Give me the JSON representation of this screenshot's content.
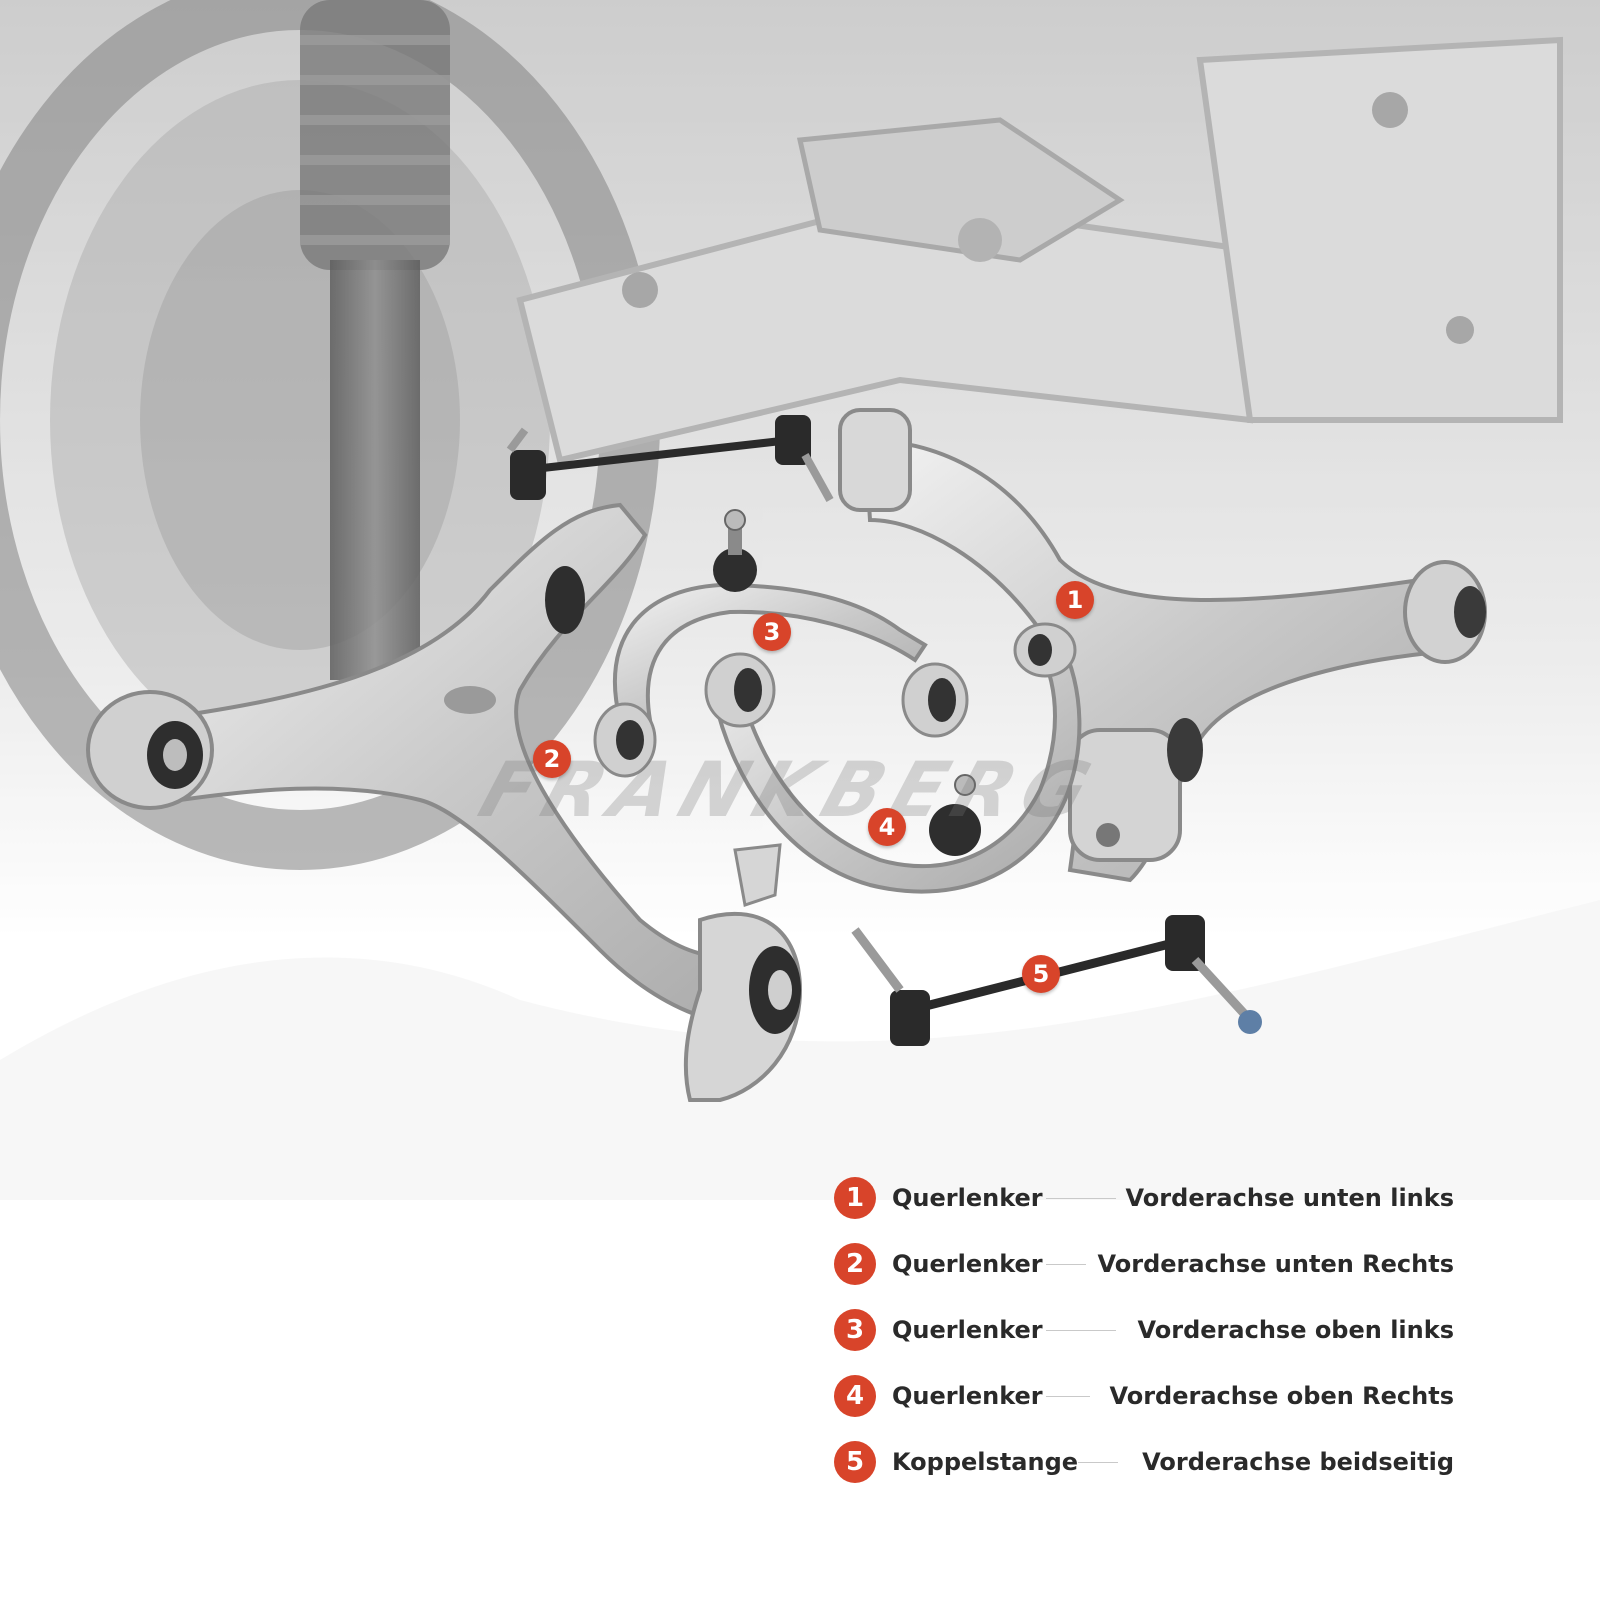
{
  "watermark": "FRANKBERG",
  "markers": [
    "1",
    "2",
    "3",
    "4",
    "5"
  ],
  "legend": [
    {
      "num": "1",
      "part": "Querlenker",
      "position": "Vorderachse unten links"
    },
    {
      "num": "2",
      "part": "Querlenker",
      "position": "Vorderachse unten Rechts"
    },
    {
      "num": "3",
      "part": "Querlenker",
      "position": "Vorderachse oben links"
    },
    {
      "num": "4",
      "part": "Querlenker",
      "position": "Vorderachse oben Rechts"
    },
    {
      "num": "5",
      "part": "Koppelstange",
      "position": "Vorderachse beidseitig"
    }
  ],
  "colors": {
    "accent": "#d8442a",
    "text": "#2a2a2a",
    "metal": "#c8c8c8"
  }
}
